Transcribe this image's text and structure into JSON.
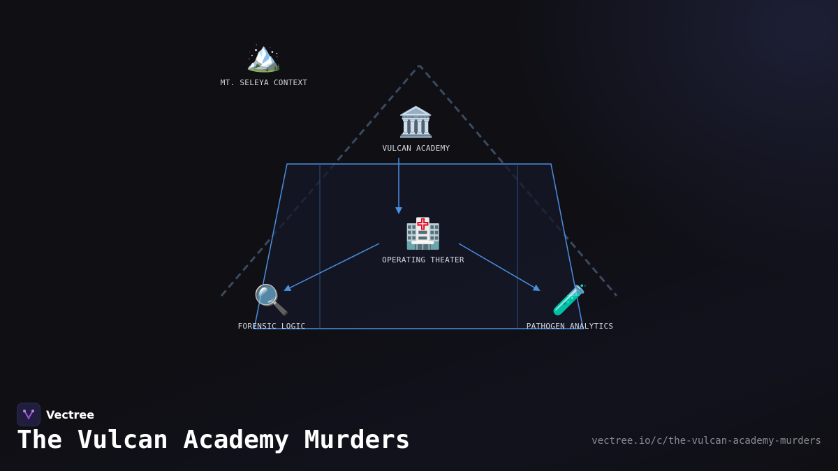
{
  "nodes": {
    "context": {
      "icon": "🏔️",
      "icon_name": "mountain-icon",
      "label": "MT. SELEYA CONTEXT"
    },
    "academy": {
      "icon": "🏛️",
      "icon_name": "classical-building-icon",
      "label": "VULCAN ACADEMY"
    },
    "theater": {
      "icon": "🏥",
      "icon_name": "hospital-icon",
      "label": "OPERATING THEATER"
    },
    "forensic": {
      "icon": "🔍",
      "icon_name": "magnifying-glass-icon",
      "label": "FORENSIC LOGIC"
    },
    "pathogen": {
      "icon": "🧪",
      "icon_name": "test-tube-icon",
      "label": "PATHOGEN ANALYTICS"
    }
  },
  "edges": [
    {
      "from": "VULCAN ACADEMY",
      "to": "OPERATING THEATER"
    },
    {
      "from": "OPERATING THEATER",
      "to": "FORENSIC LOGIC"
    },
    {
      "from": "OPERATING THEATER",
      "to": "PATHOGEN ANALYTICS"
    }
  ],
  "colors": {
    "background": "#0f0f14",
    "accent": "#4a8fe0",
    "dashed": "#3a4a62",
    "brand_bg": "#211d3d",
    "brand_mark": "#a45ce8"
  },
  "brand": {
    "name": "Vectree",
    "logo_icon": "vectree-logo-icon"
  },
  "title": "The Vulcan Academy Murders",
  "url": "vectree.io/c/the-vulcan-academy-murders"
}
